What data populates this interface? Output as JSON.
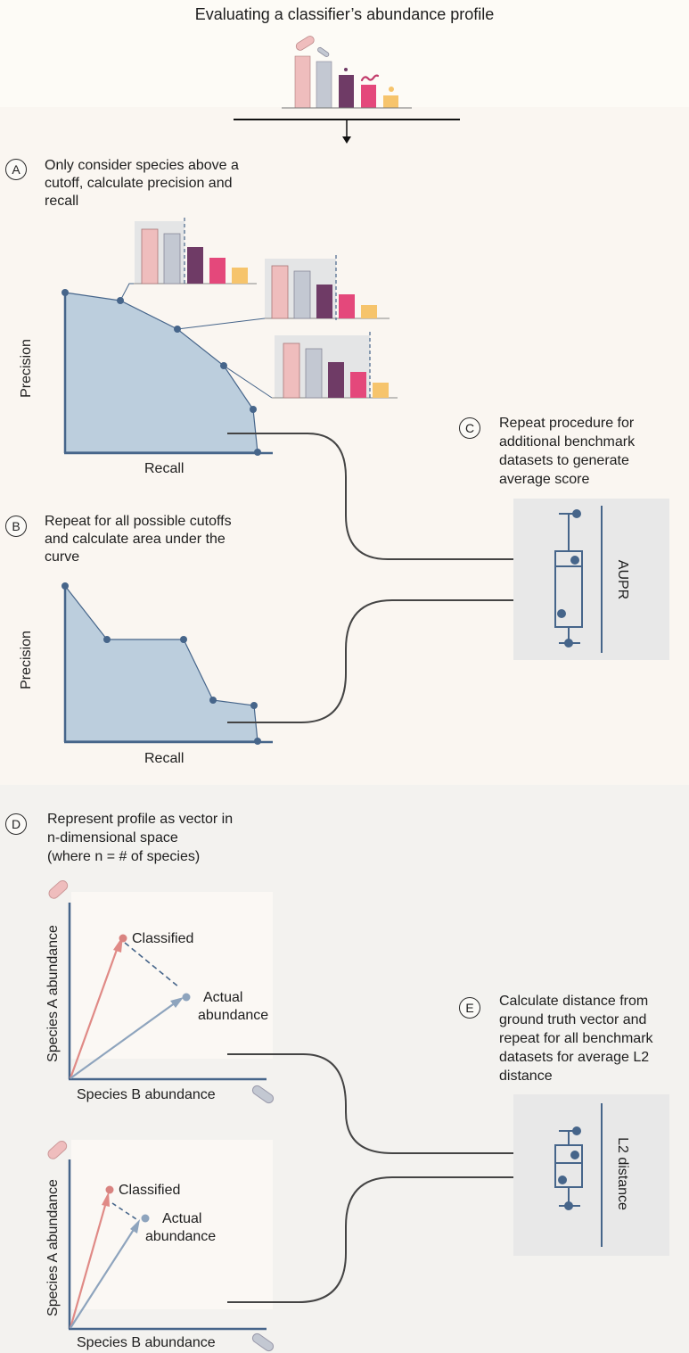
{
  "title": "Evaluating a classifier’s abundance profile",
  "colors": {
    "pink": "#efbdbd",
    "gray_bar": "#c3c8d2",
    "purple": "#6f3b66",
    "magenta": "#e4487b",
    "yellow": "#f6c46c",
    "curve_fill": "#bccedd",
    "navy": "#46658a",
    "box_panel": "#e8e8e8",
    "classified_arrow": "#e08a86",
    "actual_arrow": "#8ea4bd"
  },
  "panel_a": {
    "badge": "A",
    "text": [
      "Only consider species above a",
      "cutoff, calculate precision and",
      "recall"
    ],
    "ylabel": "Precision",
    "xlabel": "Recall"
  },
  "panel_b": {
    "badge": "B",
    "text": [
      "Repeat for all possible cutoffs",
      "and calculate area under the",
      "curve"
    ],
    "ylabel": "Precision",
    "xlabel": "Recall"
  },
  "panel_c": {
    "badge": "C",
    "text": [
      "Repeat procedure for",
      "additional benchmark",
      "datasets to generate",
      "average score"
    ],
    "axis_label": "AUPR"
  },
  "panel_d": {
    "badge": "D",
    "text": [
      "Represent profile as vector in",
      "n-dimensional space",
      "(where n = # of species)"
    ],
    "chart1": {
      "ylabel": "Species A abundance",
      "xlabel": "Species B abundance",
      "classified": "Classified",
      "actual": [
        "Actual",
        "abundance"
      ]
    },
    "chart2": {
      "ylabel": "Species A abundance",
      "xlabel": "Species B abundance",
      "classified": "Classified",
      "actual": [
        "Actual",
        "abundance"
      ]
    }
  },
  "panel_e": {
    "badge": "E",
    "text": [
      "Calculate distance from",
      "ground truth vector and",
      "repeat for all benchmark",
      "datasets for average L2",
      "distance"
    ],
    "axis_label": "L2 distance"
  }
}
